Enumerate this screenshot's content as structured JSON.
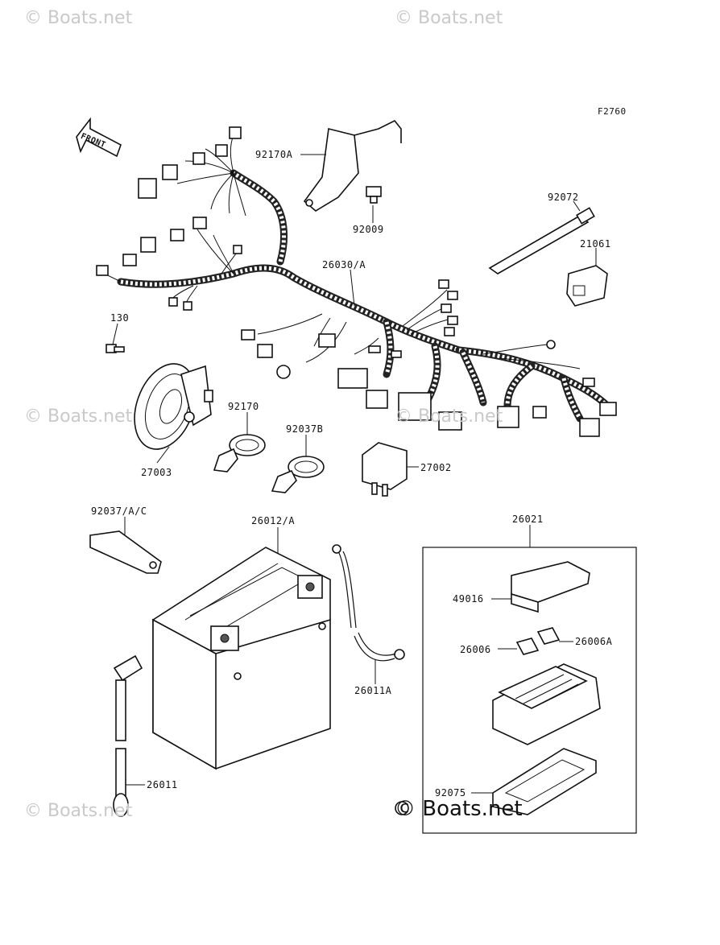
{
  "diagram": {
    "figure_code": "F2760",
    "front_label": "FRONT"
  },
  "parts": [
    {
      "id": "p-92170a",
      "number": "92170A"
    },
    {
      "id": "p-92009",
      "number": "92009"
    },
    {
      "id": "p-92072",
      "number": "92072"
    },
    {
      "id": "p-21061",
      "number": "21061"
    },
    {
      "id": "p-26030a",
      "number": "26030/A"
    },
    {
      "id": "p-130",
      "number": "130"
    },
    {
      "id": "p-92170",
      "number": "92170"
    },
    {
      "id": "p-92037b",
      "number": "92037B"
    },
    {
      "id": "p-27002",
      "number": "27002"
    },
    {
      "id": "p-27003",
      "number": "27003"
    },
    {
      "id": "p-92037ac",
      "number": "92037/A/C"
    },
    {
      "id": "p-26012a",
      "number": "26012/A"
    },
    {
      "id": "p-26021",
      "number": "26021"
    },
    {
      "id": "p-49016",
      "number": "49016"
    },
    {
      "id": "p-26006",
      "number": "26006"
    },
    {
      "id": "p-26006a",
      "number": "26006A"
    },
    {
      "id": "p-26011a",
      "number": "26011A"
    },
    {
      "id": "p-26011",
      "number": "26011"
    },
    {
      "id": "p-92075",
      "number": "92075"
    }
  ],
  "watermarks": {
    "faint": "© Boats.net",
    "main": "© Boats.net"
  }
}
